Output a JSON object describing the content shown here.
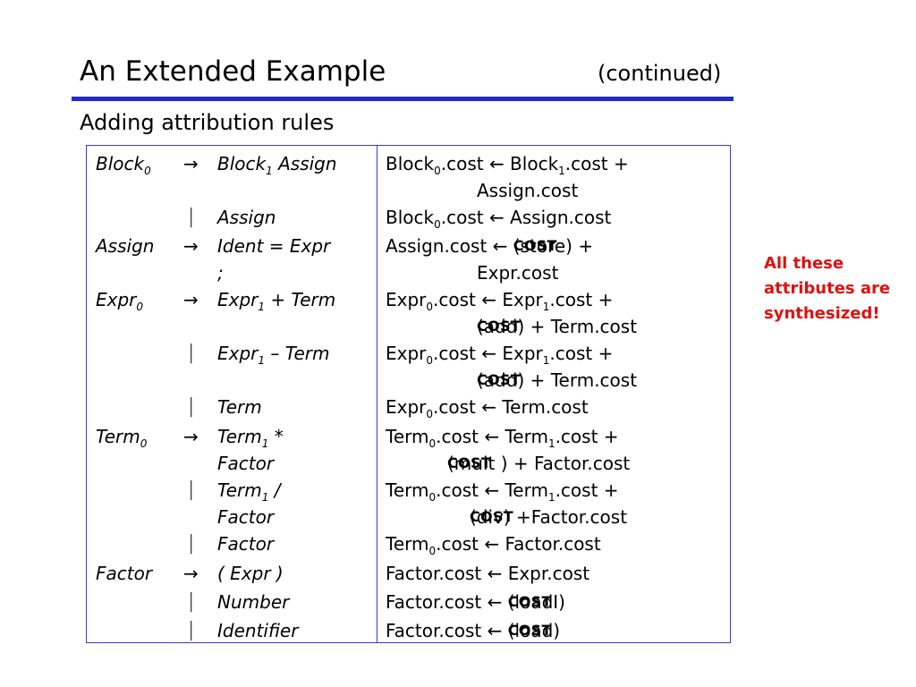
{
  "title": "An Extended Example",
  "title_suffix": "(continued)",
  "subtitle": "Adding attribution rules",
  "arrow": "→",
  "bar": "|",
  "rows": [
    {
      "lhs": "Block",
      "lhs_sub": "0",
      "rhs_html": "Block<sub>1</sub> Assign",
      "sem_html": "Block<sub>0</sub>.cost ← Block<sub>1</sub>.cost +",
      "sem2": "Assign.cost"
    },
    {
      "rhs": "Assign",
      "sem_html": "Block<sub>0</sub>.cost ← Assign.cost"
    },
    {
      "lhs": "Assign",
      "rhs": "Ident = Expr",
      "rhs2": ";",
      "sem_html": "Assign.cost ← <span class=\"cost\">COST</span>(store) +",
      "sem2": "Expr.cost"
    },
    {
      "lhs": "Expr",
      "lhs_sub": "0",
      "rhs_html": "Expr<sub>1</sub> + Term",
      "sem_html": "Expr<sub>0</sub>.cost ← Expr<sub>1</sub>.cost +",
      "sem2_html": "<span class=\"cost\">COST</span>(add) + Term.cost"
    },
    {
      "rhs_html": "Expr<sub>1</sub> – Term",
      "sem_html": "Expr<sub>0</sub>.cost ← Expr<sub>1</sub>.cost +",
      "sem2_html": "<span class=\"cost\">COST</span>(add) + Term.cost"
    },
    {
      "rhs": "Term",
      "sem_html": "Expr<sub>0</sub>.cost ← Term.cost"
    },
    {
      "lhs": "Term",
      "lhs_sub": "0",
      "rhs_html": "Term<sub>1</sub> *",
      "rhs2": "Factor",
      "sem_html": "Term<sub>0</sub>.cost ← Term<sub>1</sub>.cost +",
      "sem2_html": "<span class=\"cost\">COST</span>(mult ) + Factor.cost"
    },
    {
      "rhs_html": "Term<sub>1</sub> /",
      "rhs2": "Factor",
      "sem_html": "Term<sub>0</sub>.cost ← Term<sub>1</sub>.cost +",
      "sem2_html": "<span class=\"cost\">COST</span>(div) +Factor.cost"
    },
    {
      "rhs": "Factor",
      "sem_html": "Term<sub>0</sub>.cost ← Factor.cost"
    },
    {
      "lhs": "Factor",
      "rhs": "( Expr )",
      "sem_html": "Factor.cost ← Expr.cost"
    },
    {
      "rhs": "Number",
      "sem_html": "Factor.cost ← <span class=\"cost\">COST</span>(loadI)"
    },
    {
      "rhs": "Identifier",
      "sem_html": "Factor.cost ← <span class=\"cost\">COST</span>(load)"
    }
  ],
  "note": "All these attributes are synthesized!"
}
